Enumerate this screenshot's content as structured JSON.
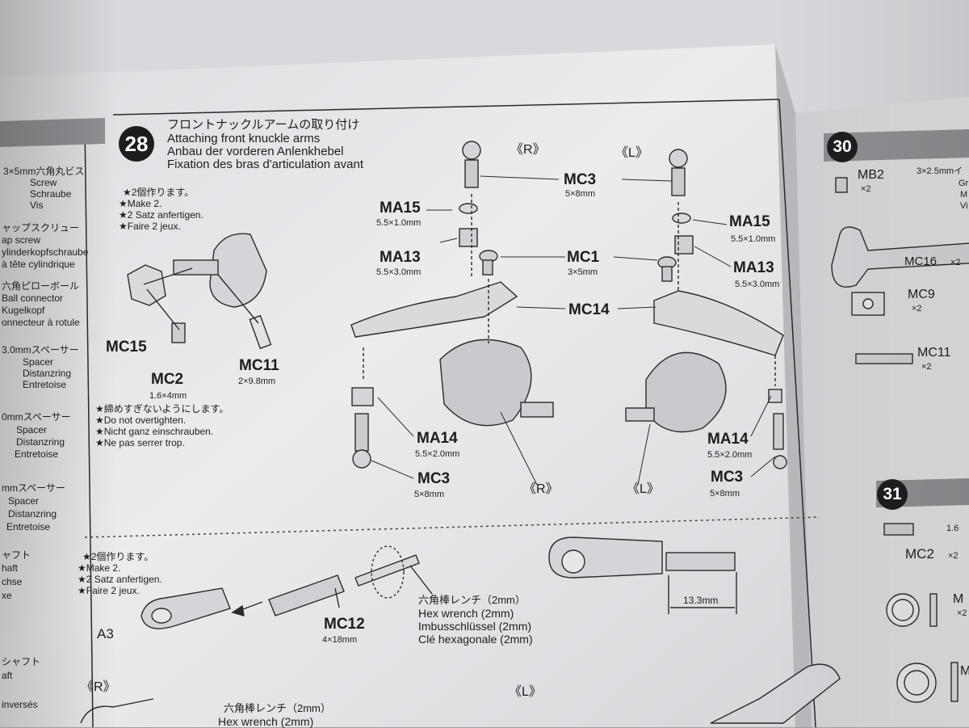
{
  "left_page": {
    "spec_lines": [
      "3×5mm六角丸ビス",
      "Screw",
      "Schraube",
      "Vis",
      "ャップスクリュー",
      "ap screw",
      "ylinderkopfschraube",
      "à tête cylindrique",
      "六角ピローボール",
      "Ball connector",
      "Kugelkopf",
      "onnecteur à rotule",
      "3.0mmスペーサー",
      "Spacer",
      "Distanzring",
      "Entretoise",
      "0mmスペーサー",
      "Spacer",
      "Distanzring",
      "Entretoise",
      "mmスペーサー",
      "Spacer",
      "Distanzring",
      "Entretoise",
      "ャフト",
      "haft",
      "chse",
      "xe",
      "シャフト",
      "aft",
      "inversés"
    ]
  },
  "step28": {
    "number": "28",
    "title_jp": "フロントナックルアームの取り付け",
    "title_en": "Attaching front knuckle arms",
    "title_de": "Anbau der vorderen Anlenkhebel",
    "title_fr": "Fixation des bras d'articulation avant",
    "make2": [
      "★2個作ります。",
      "★Make 2.",
      "★2 Satz anfertigen.",
      "★Faire 2 jeux."
    ],
    "caution": [
      "★締めすぎないようにします。",
      "★Do not overtighten.",
      "★Nicht ganz einschrauben.",
      "★Ne pas serrer trop."
    ],
    "parts": {
      "mc15": "MC15",
      "mc2": "MC2",
      "mc2_size": "1.6×4mm",
      "mc11": "MC11",
      "mc11_size": "2×9.8mm",
      "r_label": "《R》",
      "l_label": "《L》",
      "mc3": "MC3",
      "mc3_size": "5×8mm",
      "ma15": "MA15",
      "ma15_size": "5.5×1.0mm",
      "ma13": "MA13",
      "ma13_size": "5.5×3.0mm",
      "mc1": "MC1",
      "mc1_size": "3×5mm",
      "mc14": "MC14",
      "ma14": "MA14",
      "ma14_size": "5.5×2.0mm"
    }
  },
  "step29": {
    "make2": [
      "★2個作ります。",
      "★Make 2.",
      "★2 Satz anfertigen.",
      "★Faire 2 jeux."
    ],
    "a3": "A3",
    "mc12": "MC12",
    "mc12_size": "4×18mm",
    "hex": [
      "六角棒レンチ（2mm）",
      "Hex wrench (2mm)",
      "Imbusschlüssel (2mm)",
      "Clé hexagonale (2mm)"
    ],
    "dim": "13.3mm",
    "r_label": "《R》",
    "l_label": "《L》",
    "hex_bottom": [
      "六角棒レンチ（2mm）",
      "Hex wrench (2mm)"
    ]
  },
  "right_page": {
    "step30": "30",
    "mb2": "MB2",
    "mb2_qty": "×2",
    "mb2_spec": "3×2.5mmイ",
    "mb2_spec2": "Gr",
    "mb2_spec3": "M",
    "mb2_spec4": "Vi",
    "mc16": "MC16",
    "mc16_qty": "×2",
    "mc9": "MC9",
    "mc9_qty": "×2",
    "mc11": "MC11",
    "mc11_qty": "×2",
    "step31": "31",
    "mc2": "MC2",
    "mc2_qty": "×2",
    "mc2_spec": "1.6",
    "m1": "M",
    "m1_qty": "×2",
    "m2": "M"
  },
  "colors": {
    "paper": "#e6e7e9",
    "ink": "#1d1d1f",
    "band": "#8f9093"
  }
}
